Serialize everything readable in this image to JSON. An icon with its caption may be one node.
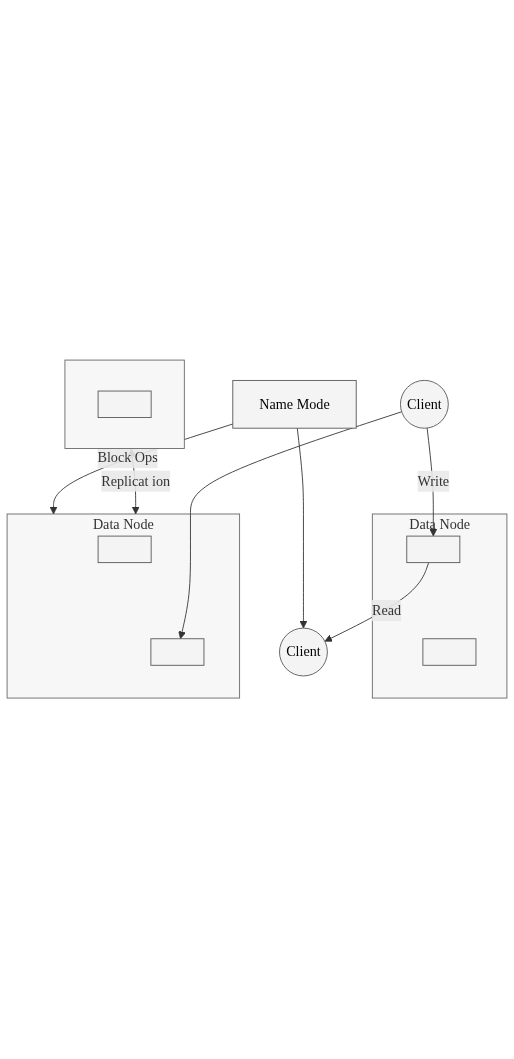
{
  "diagram": {
    "nodes": [
      {
        "text": [
          "Name Mode"
        ]
      },
      {
        "text": [
          "Client"
        ]
      },
      {
        "text": [
          "Data Node"
        ]
      },
      {
        "text": [],
        "shape": "box",
        "in": 2
      },
      {
        "text": [],
        "shape": "box",
        "in": 2
      },
      {
        "text": [],
        "shape": "box"
      },
      {
        "text": [],
        "shape": "box",
        "in": 5
      },
      {
        "text": [
          "Data Node"
        ]
      },
      {
        "text": [],
        "shape": "box",
        "in": 7
      },
      {
        "text": [],
        "shape": "box",
        "in": 7
      },
      {
        "text": [
          "Client"
        ]
      }
    ],
    "edges": [
      {
        "from": 0,
        "to": 1,
        "arrow": "to"
      },
      {
        "from": 0,
        "to": 7,
        "label": "Block Ops",
        "arrow": "to"
      },
      {
        "from": 3,
        "to": 1,
        "label": "Read",
        "arrow": "to"
      },
      {
        "from": 5,
        "to": 7,
        "label": "Replicat ion",
        "arrow": "both"
      },
      {
        "from": 10,
        "to": 3,
        "label": "Write",
        "arrow": "to"
      },
      {
        "from": 10,
        "to": 9,
        "arrow": "to"
      }
    ]
  }
}
